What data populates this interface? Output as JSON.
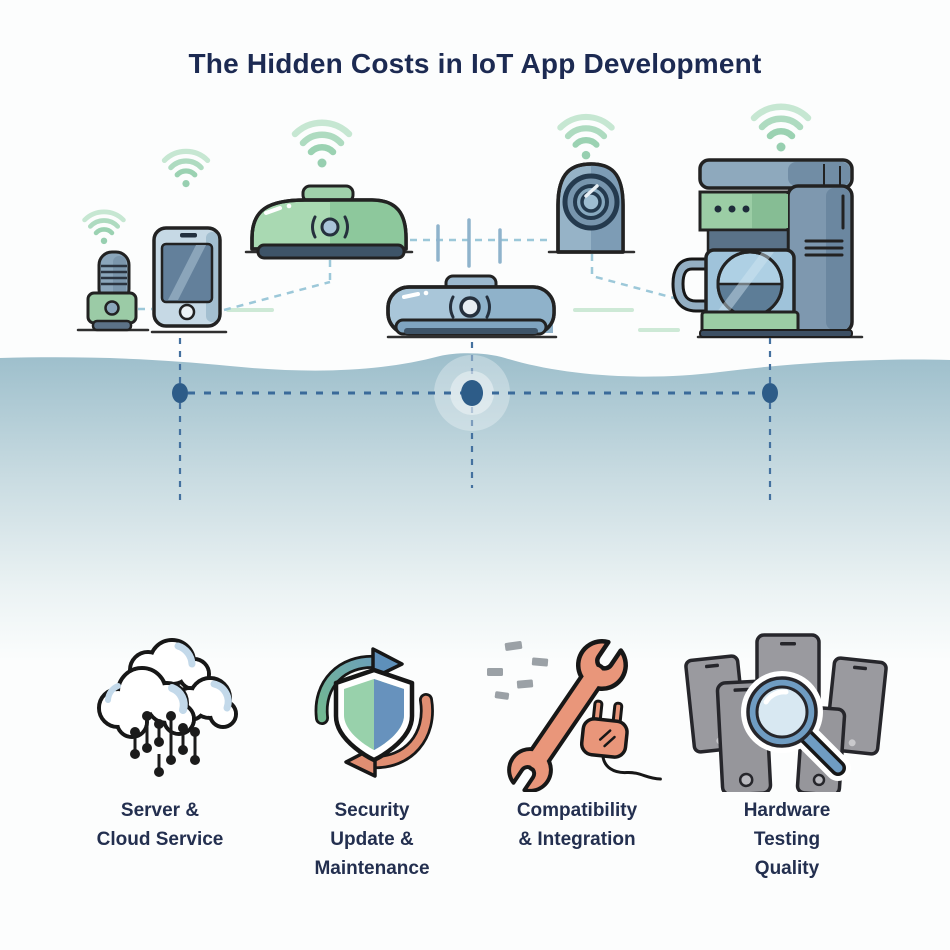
{
  "title": "The Hidden Costs in IoT App Development",
  "scene": {
    "description": "IoT devices above waterline connected by dashed lines; hidden costs below the surface",
    "devices": [
      "smart-speaker",
      "smartphone",
      "smart-hub",
      "robot-vacuum",
      "security-camera",
      "smart-coffee-maker"
    ],
    "wifi_signal_count": 5,
    "underwater_node_count": 3
  },
  "hidden_costs": [
    {
      "id": "server-cloud",
      "icon": "cloud-server-icon",
      "label": "Server &\nCloud Service"
    },
    {
      "id": "security-maintenance",
      "icon": "security-update-icon",
      "label": "Security\nUpdate &\nMaintenance"
    },
    {
      "id": "compatibility-integration",
      "icon": "wrench-plug-icon",
      "label": "Compatibility\n& Integration"
    },
    {
      "id": "hardware-testing",
      "icon": "device-testing-magnifier-icon",
      "label": "Hardware\nTesting\nQuality"
    }
  ],
  "colors": {
    "title_text": "#1c2a52",
    "label_text": "#232f4f",
    "water_top": "#9cbecb",
    "water_bottom": "#fbfdfd",
    "node_dot": "#2d5c88",
    "dashed_line": "#44719f",
    "connector_dashed": "#9cc8d9",
    "device_green": "#9ccfa6",
    "device_blue": "#a9c6d9",
    "dark_navy": "#3c4f63",
    "wifi_green": "#aedbc0",
    "accent_salmon": "#e9967a",
    "shield_green": "#98d1ab",
    "shield_blue": "#6792bd",
    "magnifier_blue": "#6f9cc2",
    "gadget_gray": "#9a9a9f"
  }
}
